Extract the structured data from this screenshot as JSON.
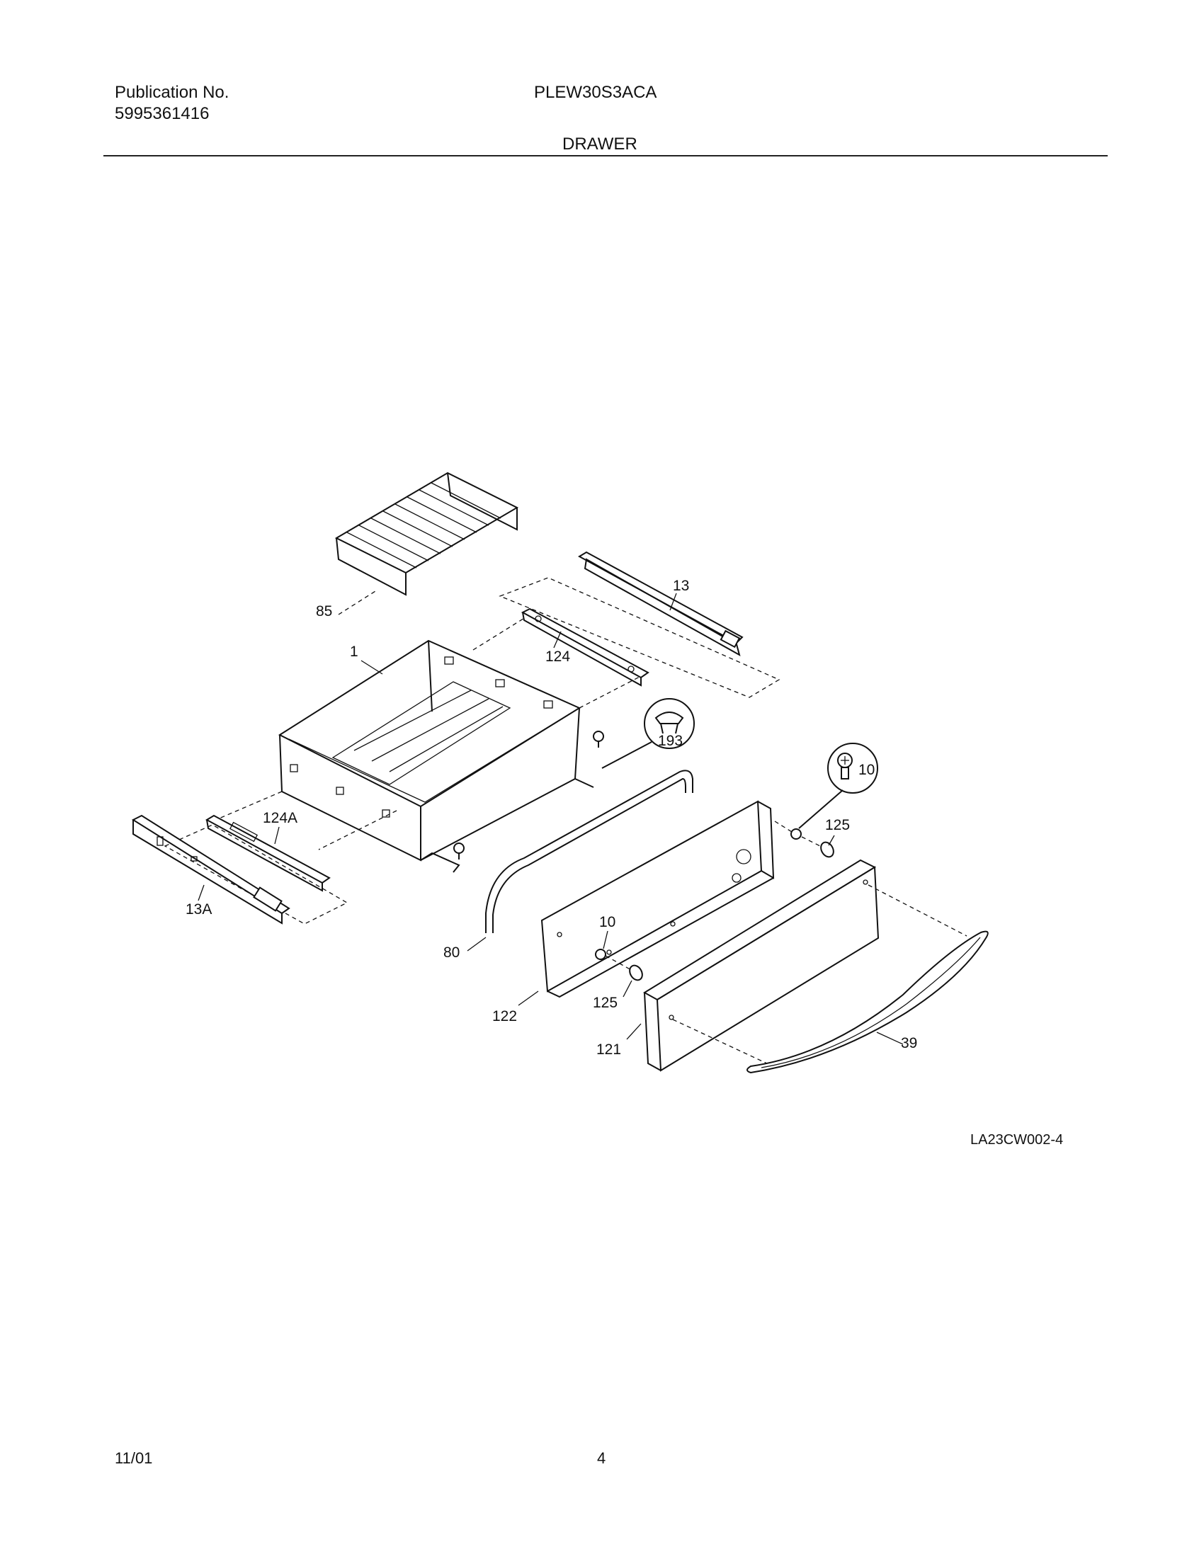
{
  "header": {
    "publication_label": "Publication No.",
    "publication_number": "5995361416",
    "model": "PLEW30S3ACA",
    "section_title": "DRAWER"
  },
  "diagram": {
    "drawing_code": "LA23CW002-4",
    "callouts": [
      {
        "id": "85",
        "part": "rack"
      },
      {
        "id": "13",
        "part": "slide-right"
      },
      {
        "id": "124",
        "part": "rail-right"
      },
      {
        "id": "1",
        "part": "drawer-body"
      },
      {
        "id": "193",
        "part": "bumper"
      },
      {
        "id": "10",
        "part": "screw-detail"
      },
      {
        "id": "125",
        "part": "washer-right"
      },
      {
        "id": "124A",
        "part": "rail-left"
      },
      {
        "id": "13A",
        "part": "slide-left"
      },
      {
        "id": "80",
        "part": "gasket"
      },
      {
        "id": "10",
        "part": "screw"
      },
      {
        "id": "122",
        "part": "inner-panel"
      },
      {
        "id": "125",
        "part": "washer-lower"
      },
      {
        "id": "121",
        "part": "front-panel"
      },
      {
        "id": "39",
        "part": "handle"
      }
    ]
  },
  "footer": {
    "date": "11/01",
    "page": "4"
  }
}
